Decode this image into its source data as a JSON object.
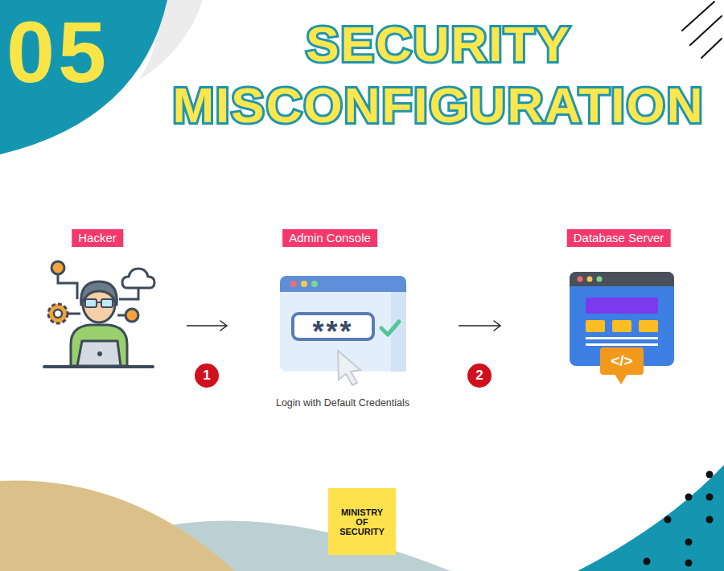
{
  "diagram": {
    "title": "SECURITY MISCONFIGURATION",
    "nodes": [
      {
        "text": [
          "Hacker"
        ]
      },
      {
        "text": [
          "Admin Console",
          "Login with Default Credentials"
        ]
      },
      {
        "text": [
          "***"
        ],
        "in": 1
      },
      {
        "text": [
          "Database Server"
        ]
      },
      {
        "text": [
          "</>"
        ],
        "in": 3
      },
      {
        "text": [
          "MINISTRY OF SECURITY"
        ]
      }
    ],
    "edges": [
      {
        "from": 0,
        "to": 1,
        "arrow": "to",
        "label": "1"
      },
      {
        "from": 1,
        "to": 3,
        "arrow": "to",
        "label": "2"
      }
    ],
    "labels": [
      "05"
    ]
  }
}
